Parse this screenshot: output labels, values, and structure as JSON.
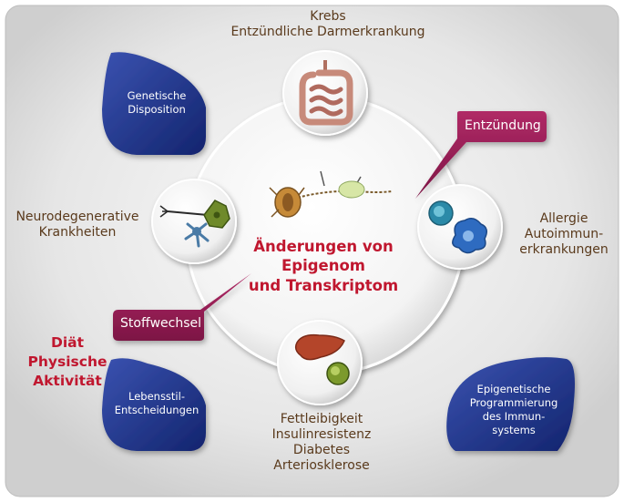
{
  "center": {
    "lines": [
      "Änderungen von",
      "Epigenom",
      "und Transkriptom"
    ]
  },
  "callouts": {
    "inflammation": "Entzündung",
    "metabolism": "Stoffwechsel"
  },
  "factors": [
    "Diät",
    "Physische",
    "Aktivität"
  ],
  "nodes": {
    "top": [
      "Krebs",
      "Entzündliche Darmerkrankung"
    ],
    "left": [
      "Neurodegenerative",
      "Krankheiten"
    ],
    "right": [
      "Allergie",
      "Autoimmun-",
      "erkrankungen"
    ],
    "bottom": [
      "Fettleibigkeit",
      "Insulinresistenz",
      "Diabetes",
      "Arteriosklerose"
    ]
  },
  "boxes": {
    "top_left": [
      "Genetische",
      "Disposition"
    ],
    "bottom_left": [
      "Lebensstil-",
      "Entscheidungen"
    ],
    "bottom_right": [
      "Epigenetische",
      "Programmierung",
      "des Immun-",
      "systems"
    ]
  },
  "colors": {
    "blue_box": "#1f3488",
    "callout": "#9c1f56",
    "accent_red": "#c0172f",
    "label_brown": "#5a3a1c"
  },
  "icons": {
    "top": "intestine-icon",
    "left": "neuron-icon",
    "right": "immune-cell-icon",
    "bottom": "liver-icon",
    "center": "chromatin-icon"
  }
}
